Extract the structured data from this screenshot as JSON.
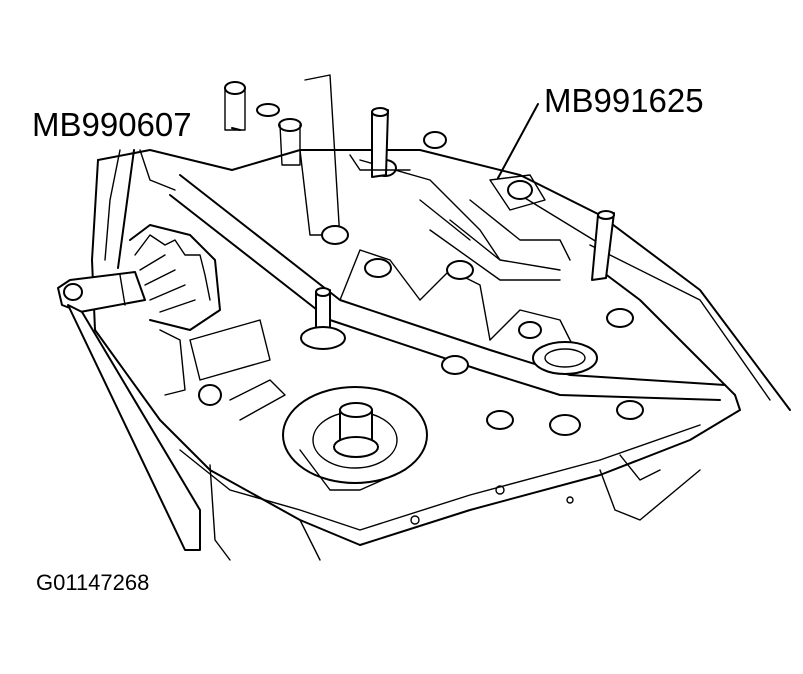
{
  "diagram": {
    "callouts": [
      {
        "id": "left",
        "text": "MB990607"
      },
      {
        "id": "right",
        "text": "MB991625"
      }
    ],
    "figure_id": "G01147268",
    "colors": {
      "line": "#000000",
      "background": "#ffffff"
    }
  }
}
